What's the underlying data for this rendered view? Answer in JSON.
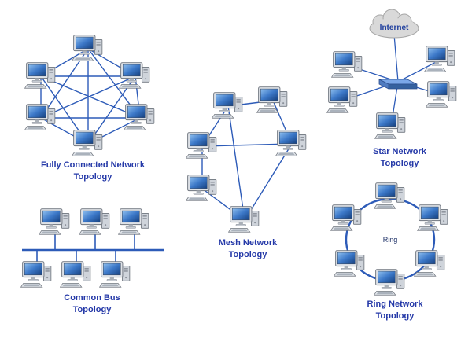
{
  "diagram": {
    "background_color": "#ffffff",
    "connection_line_color": "#2d5bb8",
    "label_color": "#2539a8",
    "screen_color": "#3c78c8",
    "cloud_color": "#d9d9d9",
    "topologies": [
      {
        "id": "fully-connected",
        "label_line1": "Fully Connected Network",
        "label_line2": "Topology",
        "node_count": 6
      },
      {
        "id": "mesh",
        "label_line1": "Mesh Network",
        "label_line2": "Topology",
        "node_count": 6
      },
      {
        "id": "star",
        "label_line1": "Star Network",
        "label_line2": "Topology",
        "node_count": 5
      },
      {
        "id": "common-bus",
        "label_line1": "Common Bus",
        "label_line2": "Topology",
        "node_count": 6
      },
      {
        "id": "ring",
        "label_line1": "Ring Network",
        "label_line2": "Topology",
        "node_count": 6
      }
    ],
    "internet_label": "Internet",
    "ring_center_label": "Ring"
  }
}
